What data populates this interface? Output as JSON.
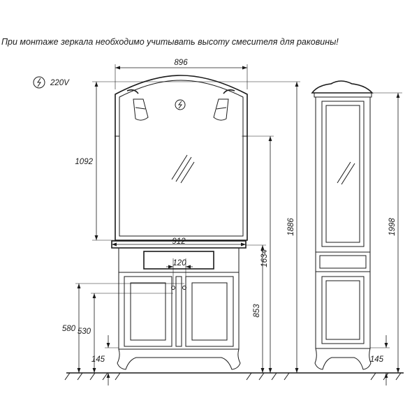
{
  "note": "При монтаже зеркала необходимо учитывать высоту смесителя для раковины!",
  "power": {
    "icon": "electric-outlet-icon",
    "label": "220V"
  },
  "dimensions": {
    "mirror_width": "896",
    "mirror_height": "1092",
    "cabinet_width": "912",
    "faucet_spacing": "120",
    "mirror_mount_height": "1886",
    "mirror_bottom_height": "1634",
    "countertop_height": "853",
    "drain_height": "580",
    "drain_lower_height": "530",
    "floor_offset": "145",
    "column_height": "1998",
    "column_floor_offset": "145"
  }
}
